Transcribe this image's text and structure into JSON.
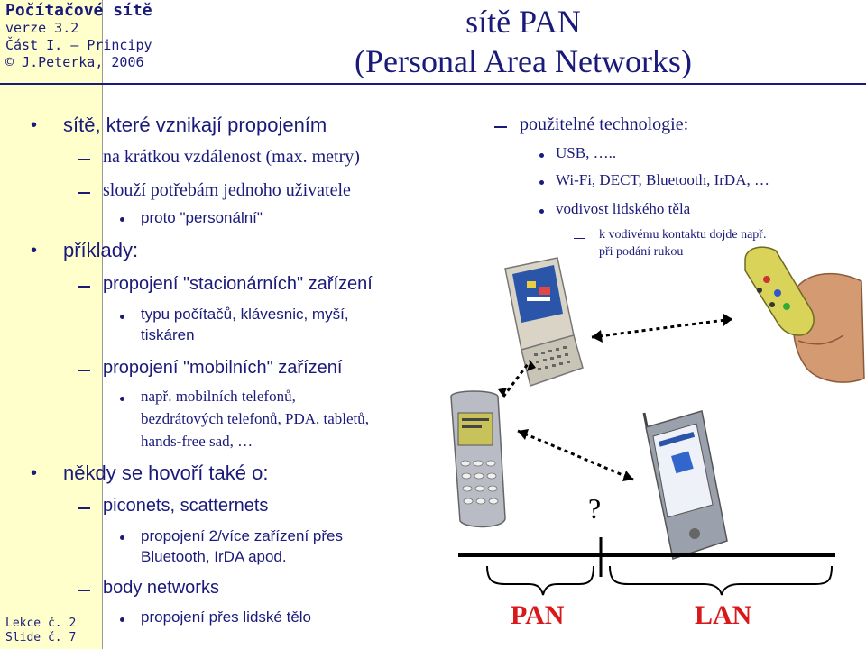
{
  "header": {
    "course_title": "Počítačové sítě",
    "version": "verze 3.2",
    "part": "Část I. – Principy",
    "copyright": "© J.Peterka, 2006"
  },
  "footer": {
    "lecture": "Lekce č. 2",
    "slide": "Slide č. 7"
  },
  "title": {
    "line1": "sítě PAN",
    "line2": "(Personal Area Networks)"
  },
  "left": {
    "b1": "sítě, které vznikají propojením",
    "b1_s1": "na krátkou vzdálenost (max. metry)",
    "b1_s2": "slouží potřebám jednoho uživatele",
    "b1_s2_a": "proto \"personální\"",
    "b2": "příklady:",
    "b2_s1": "propojení \"stacionárních\" zařízení",
    "b2_s1_a1": "typu počítačů, klávesnic, myší,",
    "b2_s1_a2": "tiskáren",
    "b2_s2": "propojení \"mobilních\" zařízení",
    "b2_s2_a1": "např. mobilních telefonů,",
    "b2_s2_a2": "bezdrátových telefonů, PDA, tabletů,",
    "b2_s2_a3": "hands-free sad, …",
    "b3": "někdy se hovoří také o:",
    "b3_s1": "piconets, scatternets",
    "b3_s1_a1": "propojení 2/více zařízení přes",
    "b3_s1_a2": "Bluetooth, IrDA apod.",
    "b3_s2": "body networks",
    "b3_s2_a": "propojení přes lidské tělo"
  },
  "right": {
    "heading": "použitelné technologie:",
    "i1": "USB, …..",
    "i2": "Wi-Fi, DECT, Bluetooth, IrDA, …",
    "i3": "vodivost lidského těla",
    "i3_s1": "k vodivému kontaktu dojde např.",
    "i3_s2": "při podání rukou"
  },
  "diagram": {
    "question_mark": "?",
    "pan_label": "PAN",
    "lan_label": "LAN"
  },
  "colors": {
    "text": "#1a1a7a",
    "sidebar_bg": "#ffffcc",
    "pan_lan_label": "#d8181a"
  }
}
